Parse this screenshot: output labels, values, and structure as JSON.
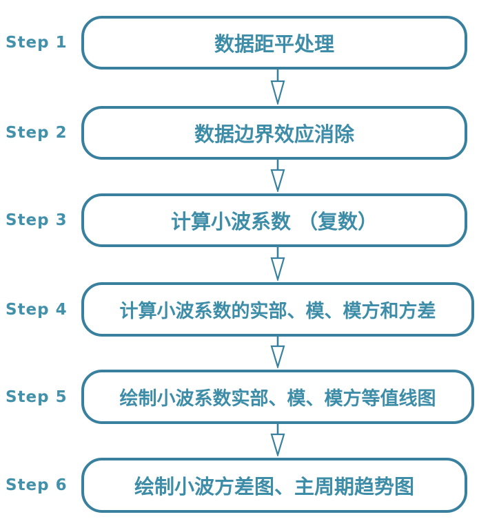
{
  "palette": {
    "stroke": "#38809e",
    "box_text": "#3d8ca8",
    "label_text": "#4390ab",
    "background": "#ffffff"
  },
  "steps": [
    {
      "label": "Step 1",
      "text": "数据距平处理"
    },
    {
      "label": "Step 2",
      "text": "数据边界效应消除"
    },
    {
      "label": "Step 3",
      "text": "计算小波系数 （复数）"
    },
    {
      "label": "Step 4",
      "text": "计算小波系数的实部、模、模方和方差"
    },
    {
      "label": "Step 5",
      "text": "绘制小波系数实部、模、模方等值线图"
    },
    {
      "label": "Step 6",
      "text": "绘制小波方差图、主周期趋势图"
    }
  ]
}
